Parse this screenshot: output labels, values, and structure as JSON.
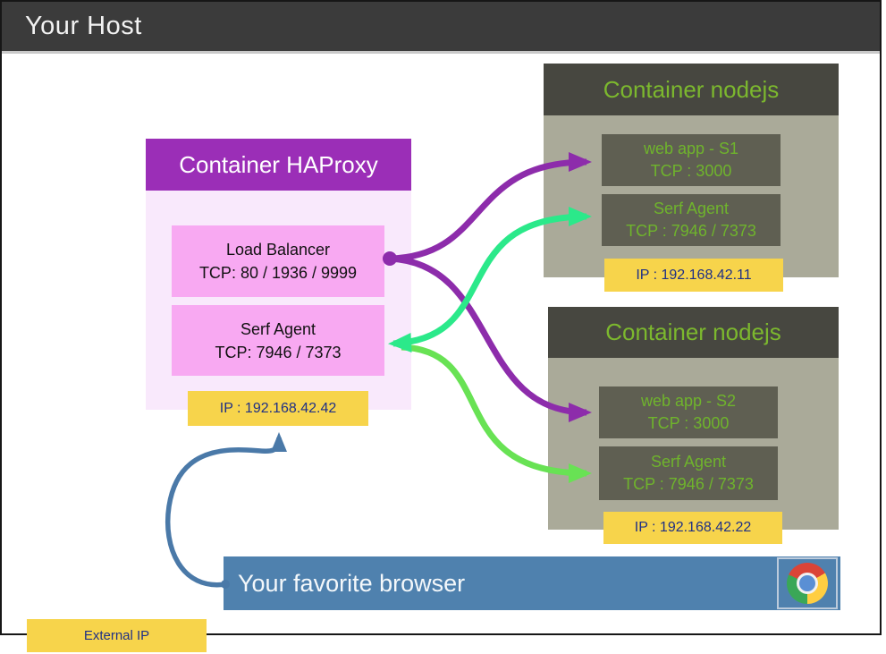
{
  "title_bar": {
    "title": "Your Host"
  },
  "haproxy": {
    "header": "Container HAProxy",
    "load_balancer_line1": "Load Balancer",
    "load_balancer_line2": "TCP: 80 / 1936 / 9999",
    "serf_line1": "Serf Agent",
    "serf_line2": "TCP: 7946 / 7373",
    "ip": "IP : 192.168.42.42"
  },
  "nodejs_s1": {
    "header": "Container nodejs",
    "webapp_line1": "web app - S1",
    "webapp_line2": "TCP : 3000",
    "serf_line1": "Serf Agent",
    "serf_line2": "TCP : 7946 / 7373",
    "ip": "IP : 192.168.42.11"
  },
  "nodejs_s2": {
    "header": "Container nodejs",
    "webapp_line1": "web app - S2",
    "webapp_line2": "TCP : 3000",
    "serf_line1": "Serf Agent",
    "serf_line2": "TCP : 7946 / 7373",
    "ip": "IP : 192.168.42.22"
  },
  "browser": {
    "label": "Your favorite browser",
    "icon": "chrome-icon"
  },
  "external_ip": {
    "label": "External IP"
  },
  "colors": {
    "titlebar_bg": "#3b3b3b",
    "haproxy_header": "#9b2eb7",
    "haproxy_body": "#f9e9fc",
    "haproxy_box_pink": "#f8a9f2",
    "ip_yellow": "#f7d44b",
    "ip_text_navy": "#1f3086",
    "nodejs_header_bg": "#474740",
    "nodejs_body_bg": "#aaaa99",
    "nodejs_box_bg": "#5f5f52",
    "nodejs_green_text": "#7cb82e",
    "browser_blue": "#4f81ae",
    "arrow_purple": "#8d2cab",
    "arrow_spring_green": "#2be98a",
    "arrow_lime_green": "#68e254",
    "arrow_steel_blue": "#4a79a8"
  },
  "arrows": [
    {
      "name": "lb-to-webapp-s1",
      "color": "#8d2cab"
    },
    {
      "name": "lb-to-webapp-s2",
      "color": "#8d2cab"
    },
    {
      "name": "serf-haproxy-to-serf-s1",
      "color": "#2be98a"
    },
    {
      "name": "serf-haproxy-to-serf-s2",
      "color": "#68e254"
    },
    {
      "name": "browser-to-haproxy-ip",
      "color": "#4a79a8"
    }
  ]
}
